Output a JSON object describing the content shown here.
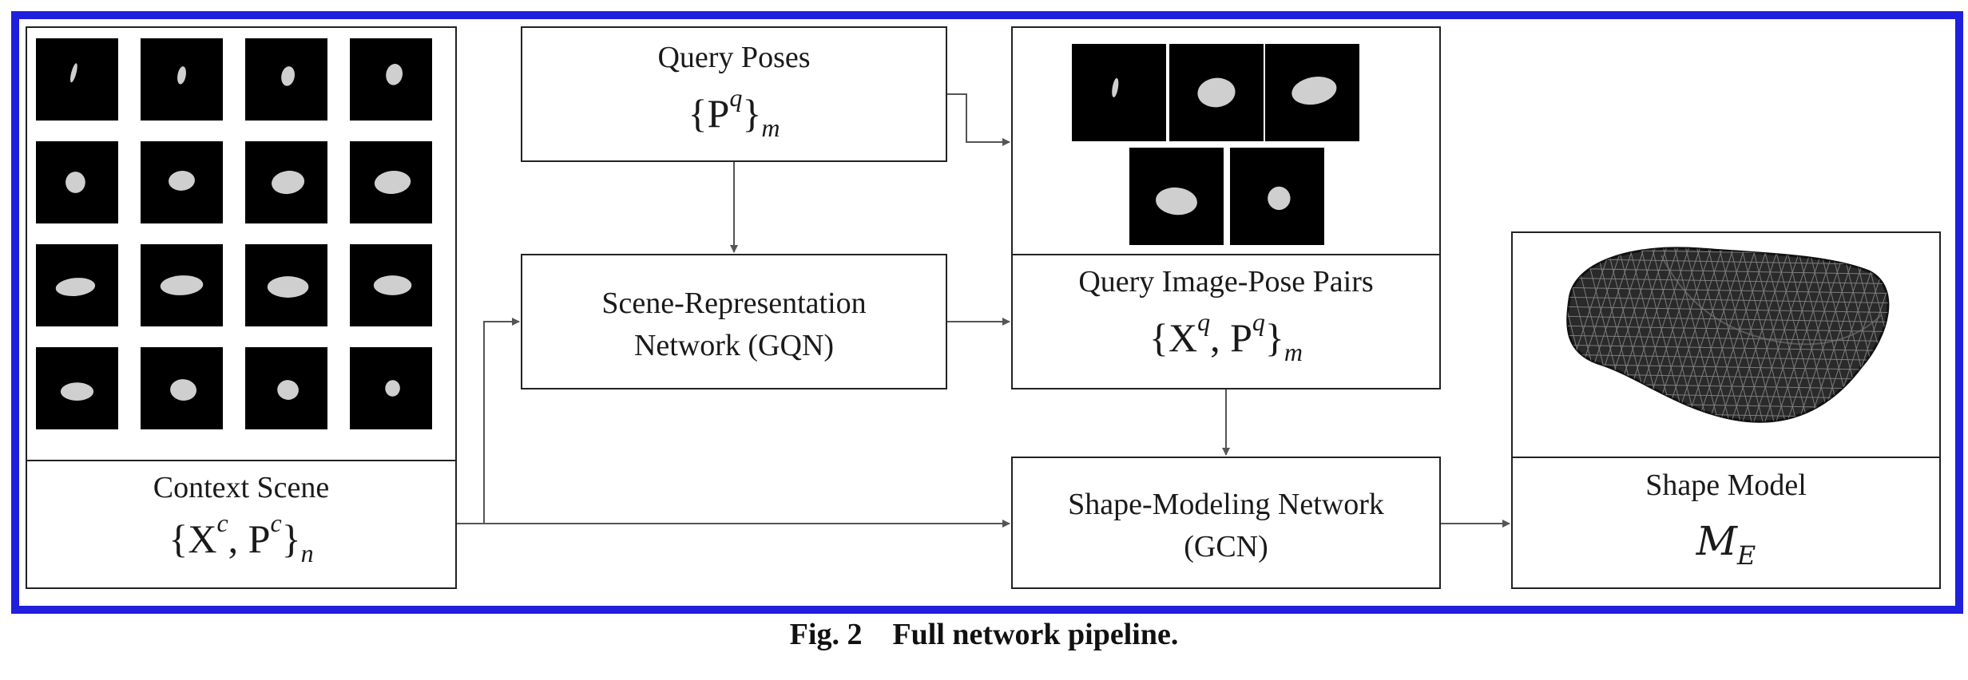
{
  "nodes": {
    "context_scene": {
      "label": "Context Scene",
      "math_base": "{X",
      "math_sup1": "c",
      "math_mid": ", P",
      "math_sup2": "c",
      "math_close": "}",
      "math_sub": "n"
    },
    "query_poses": {
      "label": "Query Poses",
      "math_base": "{P",
      "math_sup1": "q",
      "math_close": "}",
      "math_sub": "m"
    },
    "scene_representation": {
      "label_line1": "Scene-Representation",
      "label_line2": "Network (GQN)"
    },
    "query_pairs": {
      "label": "Query Image-Pose Pairs",
      "math_base": "{X",
      "math_sup1": "q",
      "math_mid": ", P",
      "math_sup2": "q",
      "math_close": "}",
      "math_sub": "m"
    },
    "shape_modeling": {
      "label_line1": "Shape-Modeling Network",
      "label_line2": "(GCN)"
    },
    "shape_model": {
      "label": "Shape Model",
      "math_base": "M",
      "math_sub": "E"
    }
  },
  "caption": {
    "number": "Fig. 2",
    "text": "Full network pipeline."
  },
  "colors": {
    "frame": "#1f1fdc",
    "line": "#555555",
    "thumb_bg": "#000000",
    "blob": "#cfcfcf"
  }
}
